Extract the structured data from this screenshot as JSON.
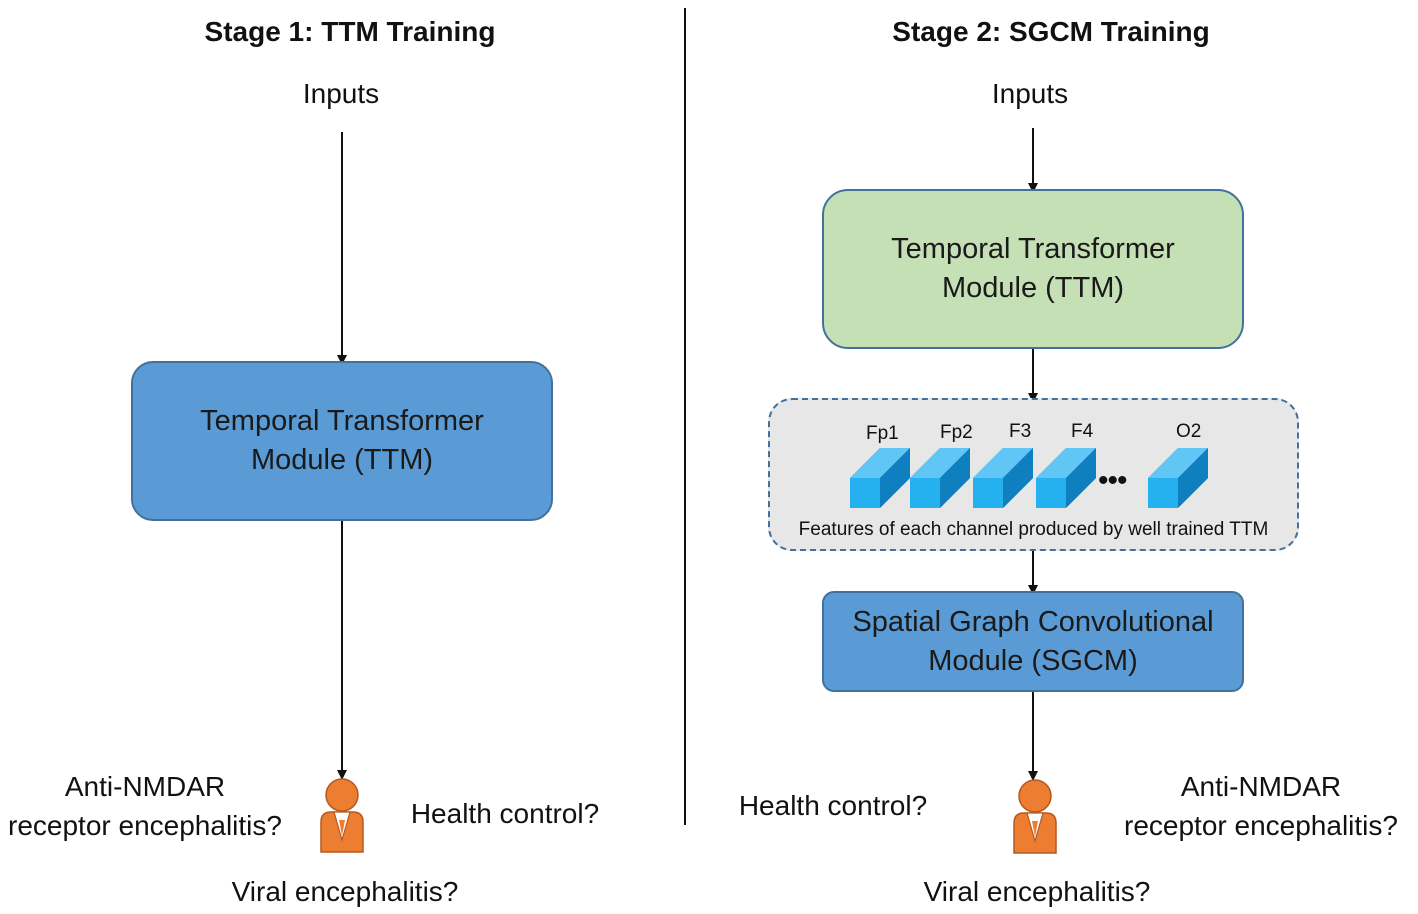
{
  "stage1": {
    "title": "Stage 1: TTM Training",
    "inputs_label": "Inputs",
    "module_line1": "Temporal Transformer",
    "module_line2": "Module (TTM)",
    "outputs": {
      "anti_nmdar_line1": "Anti-NMDAR",
      "anti_nmdar_line2": "receptor encephalitis?",
      "health_control": "Health control?",
      "viral": "Viral encephalitis?"
    }
  },
  "stage2": {
    "title": "Stage 2: SGCM Training",
    "inputs_label": "Inputs",
    "ttm_line1": "Temporal Transformer",
    "ttm_line2": "Module (TTM)",
    "channels": [
      "Fp1",
      "Fp2",
      "F3",
      "F4",
      "O2"
    ],
    "ellipsis": "•••",
    "features_caption": "Features of each channel produced by well trained TTM",
    "sgcm_line1": "Spatial Graph Convolutional",
    "sgcm_line2": "Module (SGCM)",
    "outputs": {
      "health_control": "Health control?",
      "anti_nmdar_line1": "Anti-NMDAR",
      "anti_nmdar_line2": "receptor encephalitis?",
      "viral": "Viral encephalitis?"
    }
  },
  "colors": {
    "module_blue": "#5b9bd5",
    "module_green": "#c5e0b4",
    "feature_cube": "#1ea7e8",
    "patient_orange": "#ed7d31"
  },
  "icons": {
    "patient": "person-icon",
    "feature": "feature-cube-icon"
  }
}
